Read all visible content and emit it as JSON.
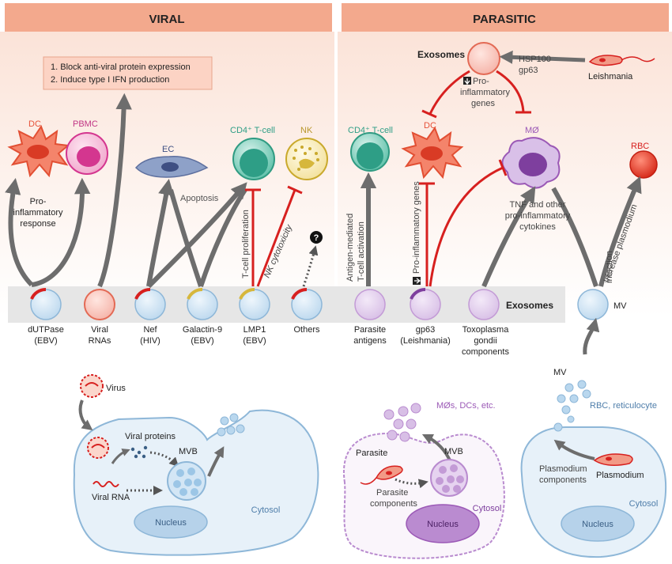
{
  "panels": {
    "viral_title": "VIRAL",
    "parasitic_title": "PARASITIC"
  },
  "viral": {
    "box_line1": "1. Block anti-viral protein expression",
    "box_line2": "2. Induce type I IFN production",
    "dc": "DC",
    "pbmc": "PBMC",
    "ec": "EC",
    "cd4": "CD4⁺ T-cell",
    "nk": "NK",
    "pro_inflam_1": "Pro-",
    "pro_inflam_2": "inflammatory",
    "pro_inflam_3": "response",
    "apoptosis": "Apoptosis",
    "tcell_prolif": "T-cell proliferation",
    "nk_cyto": "NK cytotoxicity",
    "question": "?",
    "exos": [
      {
        "l1": "dUTPase",
        "l2": "(EBV)"
      },
      {
        "l1": "Viral",
        "l2": "RNAs"
      },
      {
        "l1": "Nef",
        "l2": "(HIV)"
      },
      {
        "l1": "Galactin-9",
        "l2": "(EBV)"
      },
      {
        "l1": "LMP1",
        "l2": "(EBV)"
      },
      {
        "l1": "Others",
        "l2": ""
      }
    ],
    "virus": "Virus",
    "viral_proteins": "Viral proteins",
    "mvb": "MVB",
    "viral_rna": "Viral RNA",
    "cytosol": "Cytosol",
    "nucleus": "Nucleus"
  },
  "parasitic": {
    "exosomes_top": "Exosomes",
    "hsp100": "HSP100",
    "gp63": "gp63",
    "leishmania": "Leishmania",
    "down_pro_1": "Pro-",
    "down_pro_2": "inflammatory",
    "down_pro_3": "genes",
    "dc": "DC",
    "mo": "MØ",
    "rbc": "RBC",
    "cd4": "CD4⁺ T-cell",
    "antigen_act_1": "Antigen-mediated",
    "antigen_act_2": "T-cell activation",
    "pro_genes": "Pro-inflammatory genes",
    "tnf_1": "TNF and other",
    "tnf_2": "pro-inflammatory",
    "tnf_3": "cytokines",
    "increase_1": "Increase plasmodium",
    "increase_2": "infection",
    "exosomes_band": "Exosomes",
    "mv_band": "MV",
    "exos": [
      {
        "l1": "Parasite",
        "l2": "antigens",
        "l3": ""
      },
      {
        "l1": "gp63",
        "l2": "(Leishmania)",
        "l3": ""
      },
      {
        "l1": "Toxoplasma",
        "l2": "gondii",
        "l3": "components"
      }
    ],
    "mv_cloud": "MV",
    "rbc_retic": "RBC, reticulocyte",
    "mos_dcs": "MØs, DCs, etc.",
    "parasite": "Parasite",
    "mvb": "MVB",
    "parasite_comp_1": "Parasite",
    "parasite_comp_2": "components",
    "cytosol_mid": "Cytosol",
    "nucleus_mid": "Nucleus",
    "plasmodium_comp_1": "Plasmodium",
    "plasmodium_comp_2": "components",
    "plasmodium": "Plasmodium",
    "cytosol_right": "Cytosol",
    "nucleus_right": "Nucleus"
  },
  "colors": {
    "header": "#f3a98d",
    "panel_bg": "#fdeee6",
    "inhibit_red": "#d7201f",
    "arrow_grey": "#6d6d6d",
    "dc_red": "#e6523a",
    "pbmc_pink": "#d4368f",
    "cd4_teal": "#37a892",
    "nk_yellow": "#d6b73c",
    "purple": "#9b59b6",
    "cell_blue": "#cfe4f3"
  }
}
